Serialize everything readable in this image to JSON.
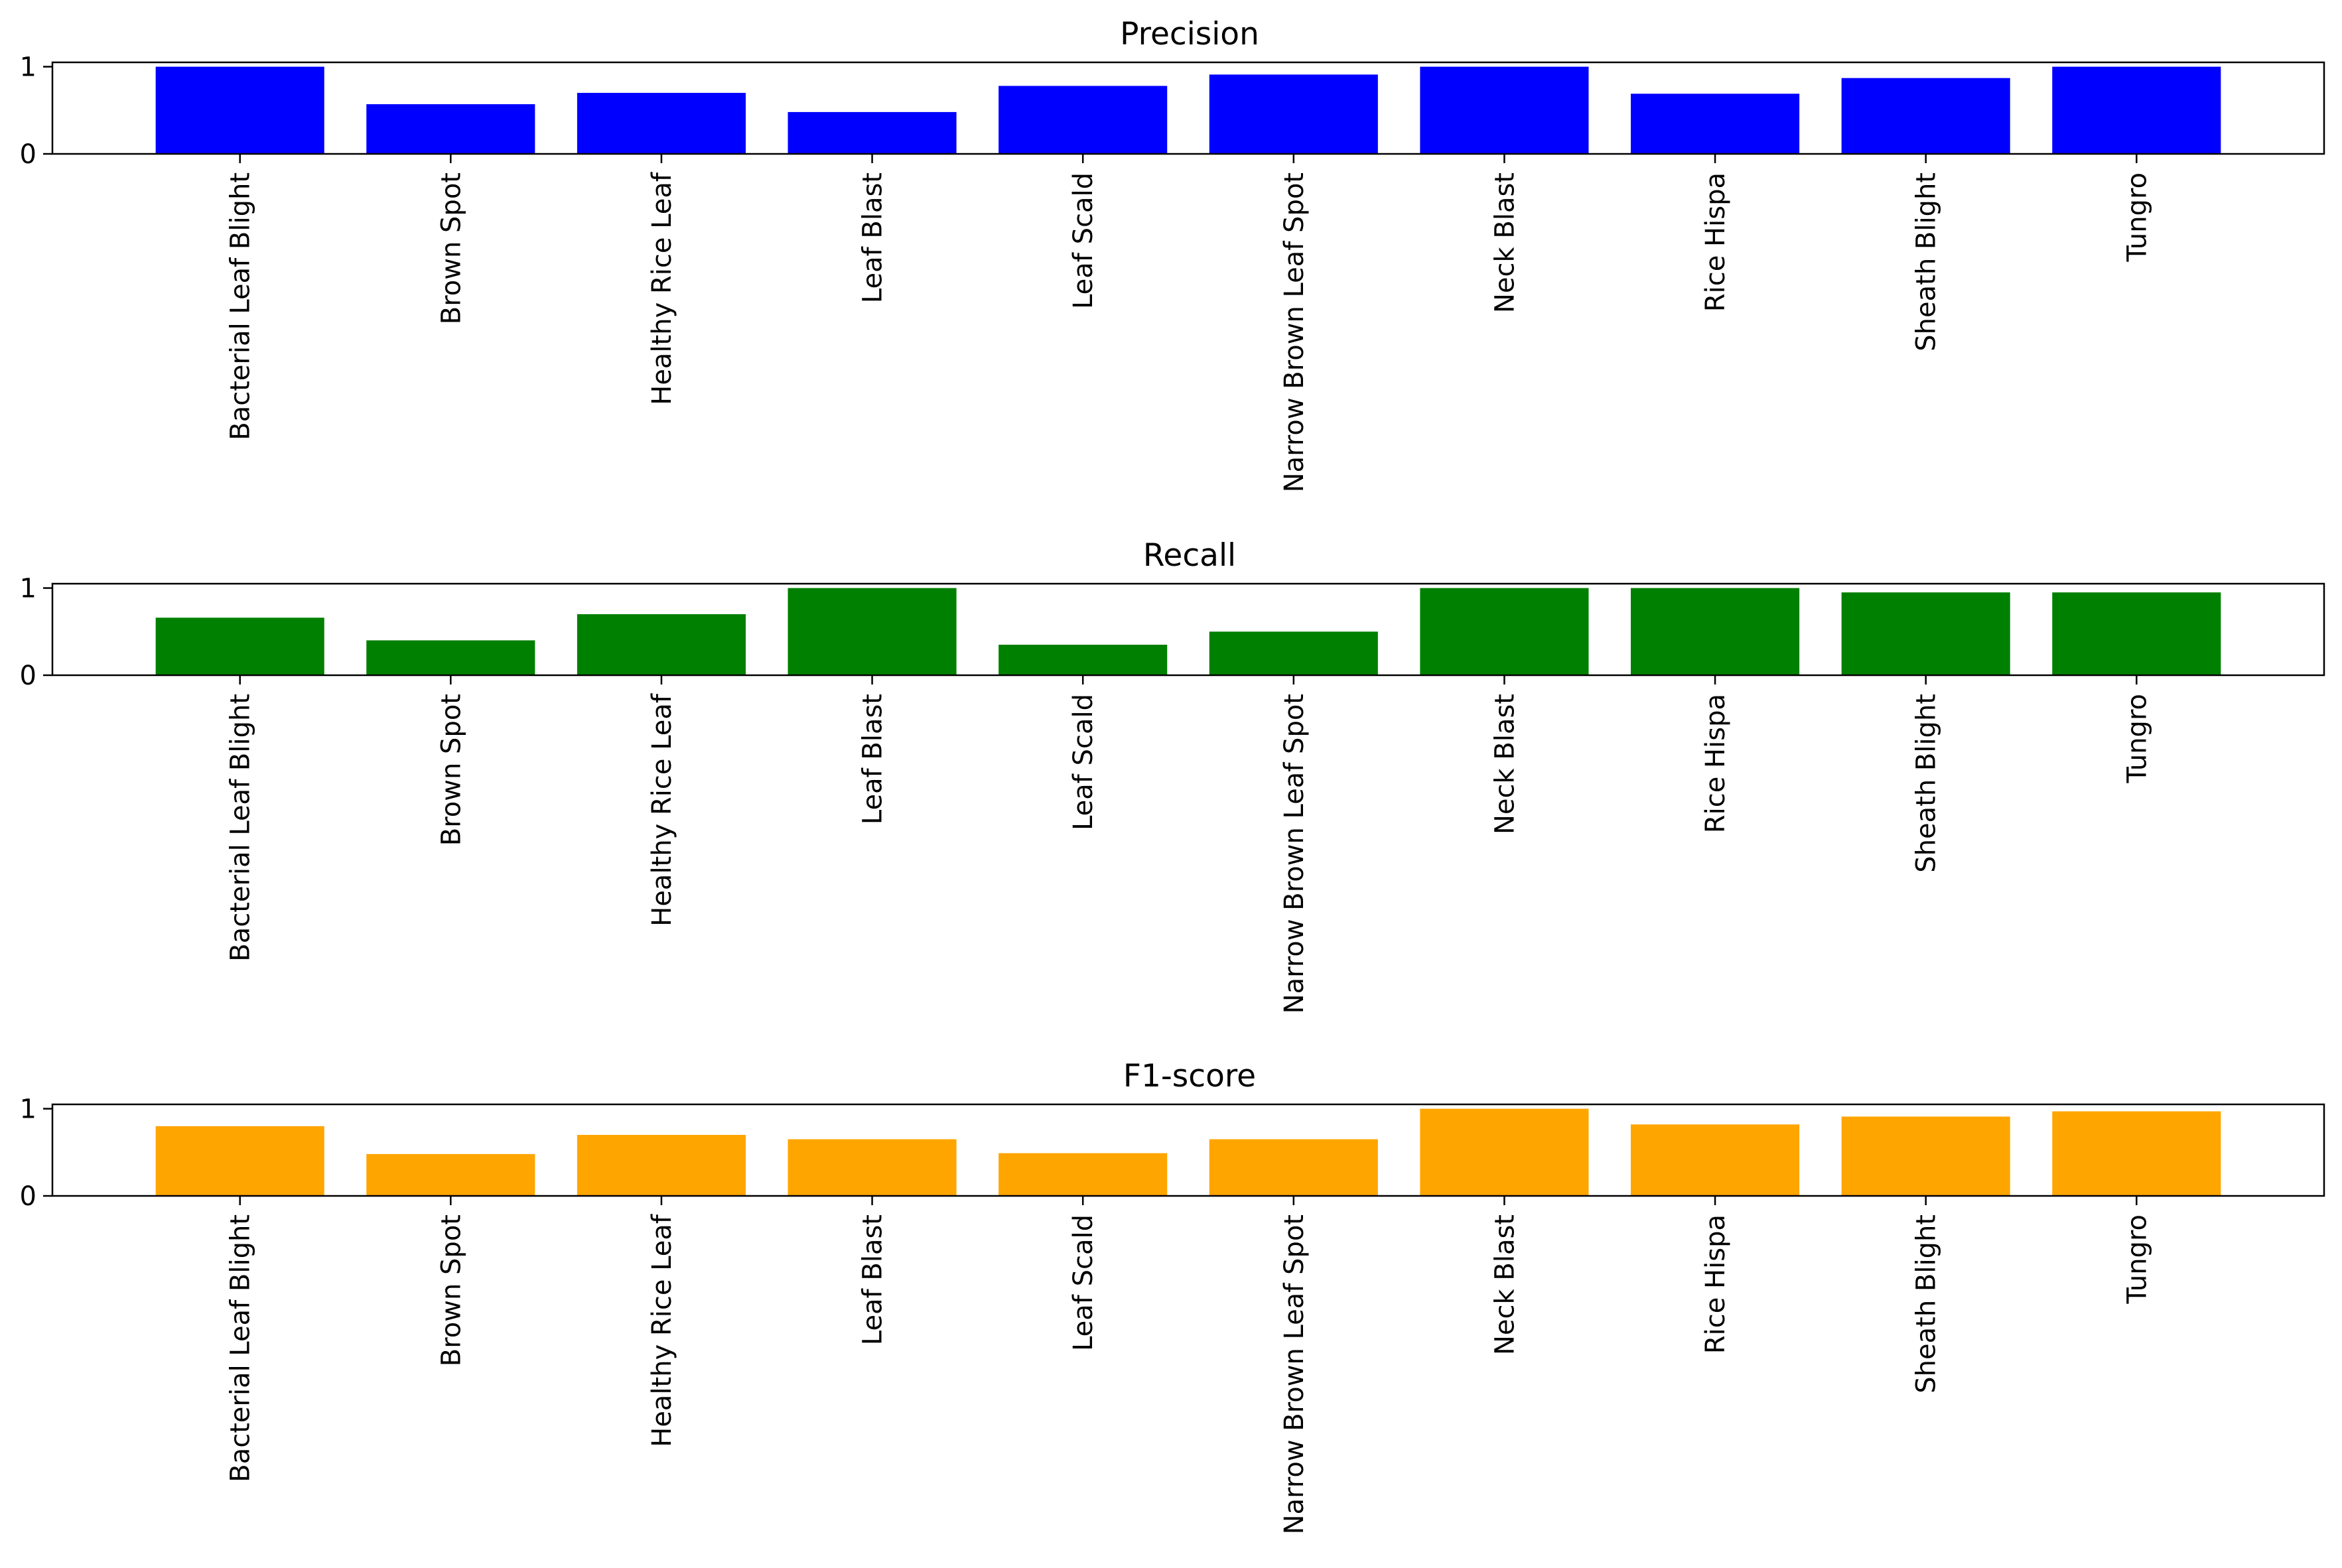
{
  "chart_data": [
    {
      "type": "bar",
      "title": "Precision",
      "color": "#0000ff",
      "categories": [
        "Bacterial Leaf Blight",
        "Brown Spot",
        "Healthy Rice Leaf",
        "Leaf Blast",
        "Leaf Scald",
        "Narrow Brown Leaf Spot",
        "Neck Blast",
        "Rice Hispa",
        "Sheath Blight",
        "Tungro"
      ],
      "values": [
        1.0,
        0.57,
        0.7,
        0.48,
        0.78,
        0.91,
        1.0,
        0.69,
        0.87,
        1.0
      ],
      "yticks": [
        0,
        1
      ],
      "ylim": [
        0,
        1.05
      ],
      "xlabel": "",
      "ylabel": ""
    },
    {
      "type": "bar",
      "title": "Recall",
      "color": "#008000",
      "categories": [
        "Bacterial Leaf Blight",
        "Brown Spot",
        "Healthy Rice Leaf",
        "Leaf Blast",
        "Leaf Scald",
        "Narrow Brown Leaf Spot",
        "Neck Blast",
        "Rice Hispa",
        "Sheath Blight",
        "Tungro"
      ],
      "values": [
        0.66,
        0.4,
        0.7,
        1.0,
        0.35,
        0.5,
        1.0,
        1.0,
        0.95,
        0.95
      ],
      "yticks": [
        0,
        1
      ],
      "ylim": [
        0,
        1.05
      ],
      "xlabel": "",
      "ylabel": ""
    },
    {
      "type": "bar",
      "title": "F1-score",
      "color": "#ffa500",
      "categories": [
        "Bacterial Leaf Blight",
        "Brown Spot",
        "Healthy Rice Leaf",
        "Leaf Blast",
        "Leaf Scald",
        "Narrow Brown Leaf Spot",
        "Neck Blast",
        "Rice Hispa",
        "Sheath Blight",
        "Tungro"
      ],
      "values": [
        0.8,
        0.48,
        0.7,
        0.65,
        0.49,
        0.65,
        1.0,
        0.82,
        0.91,
        0.97
      ],
      "yticks": [
        0,
        1
      ],
      "ylim": [
        0,
        1.05
      ],
      "xlabel": "",
      "ylabel": ""
    }
  ]
}
